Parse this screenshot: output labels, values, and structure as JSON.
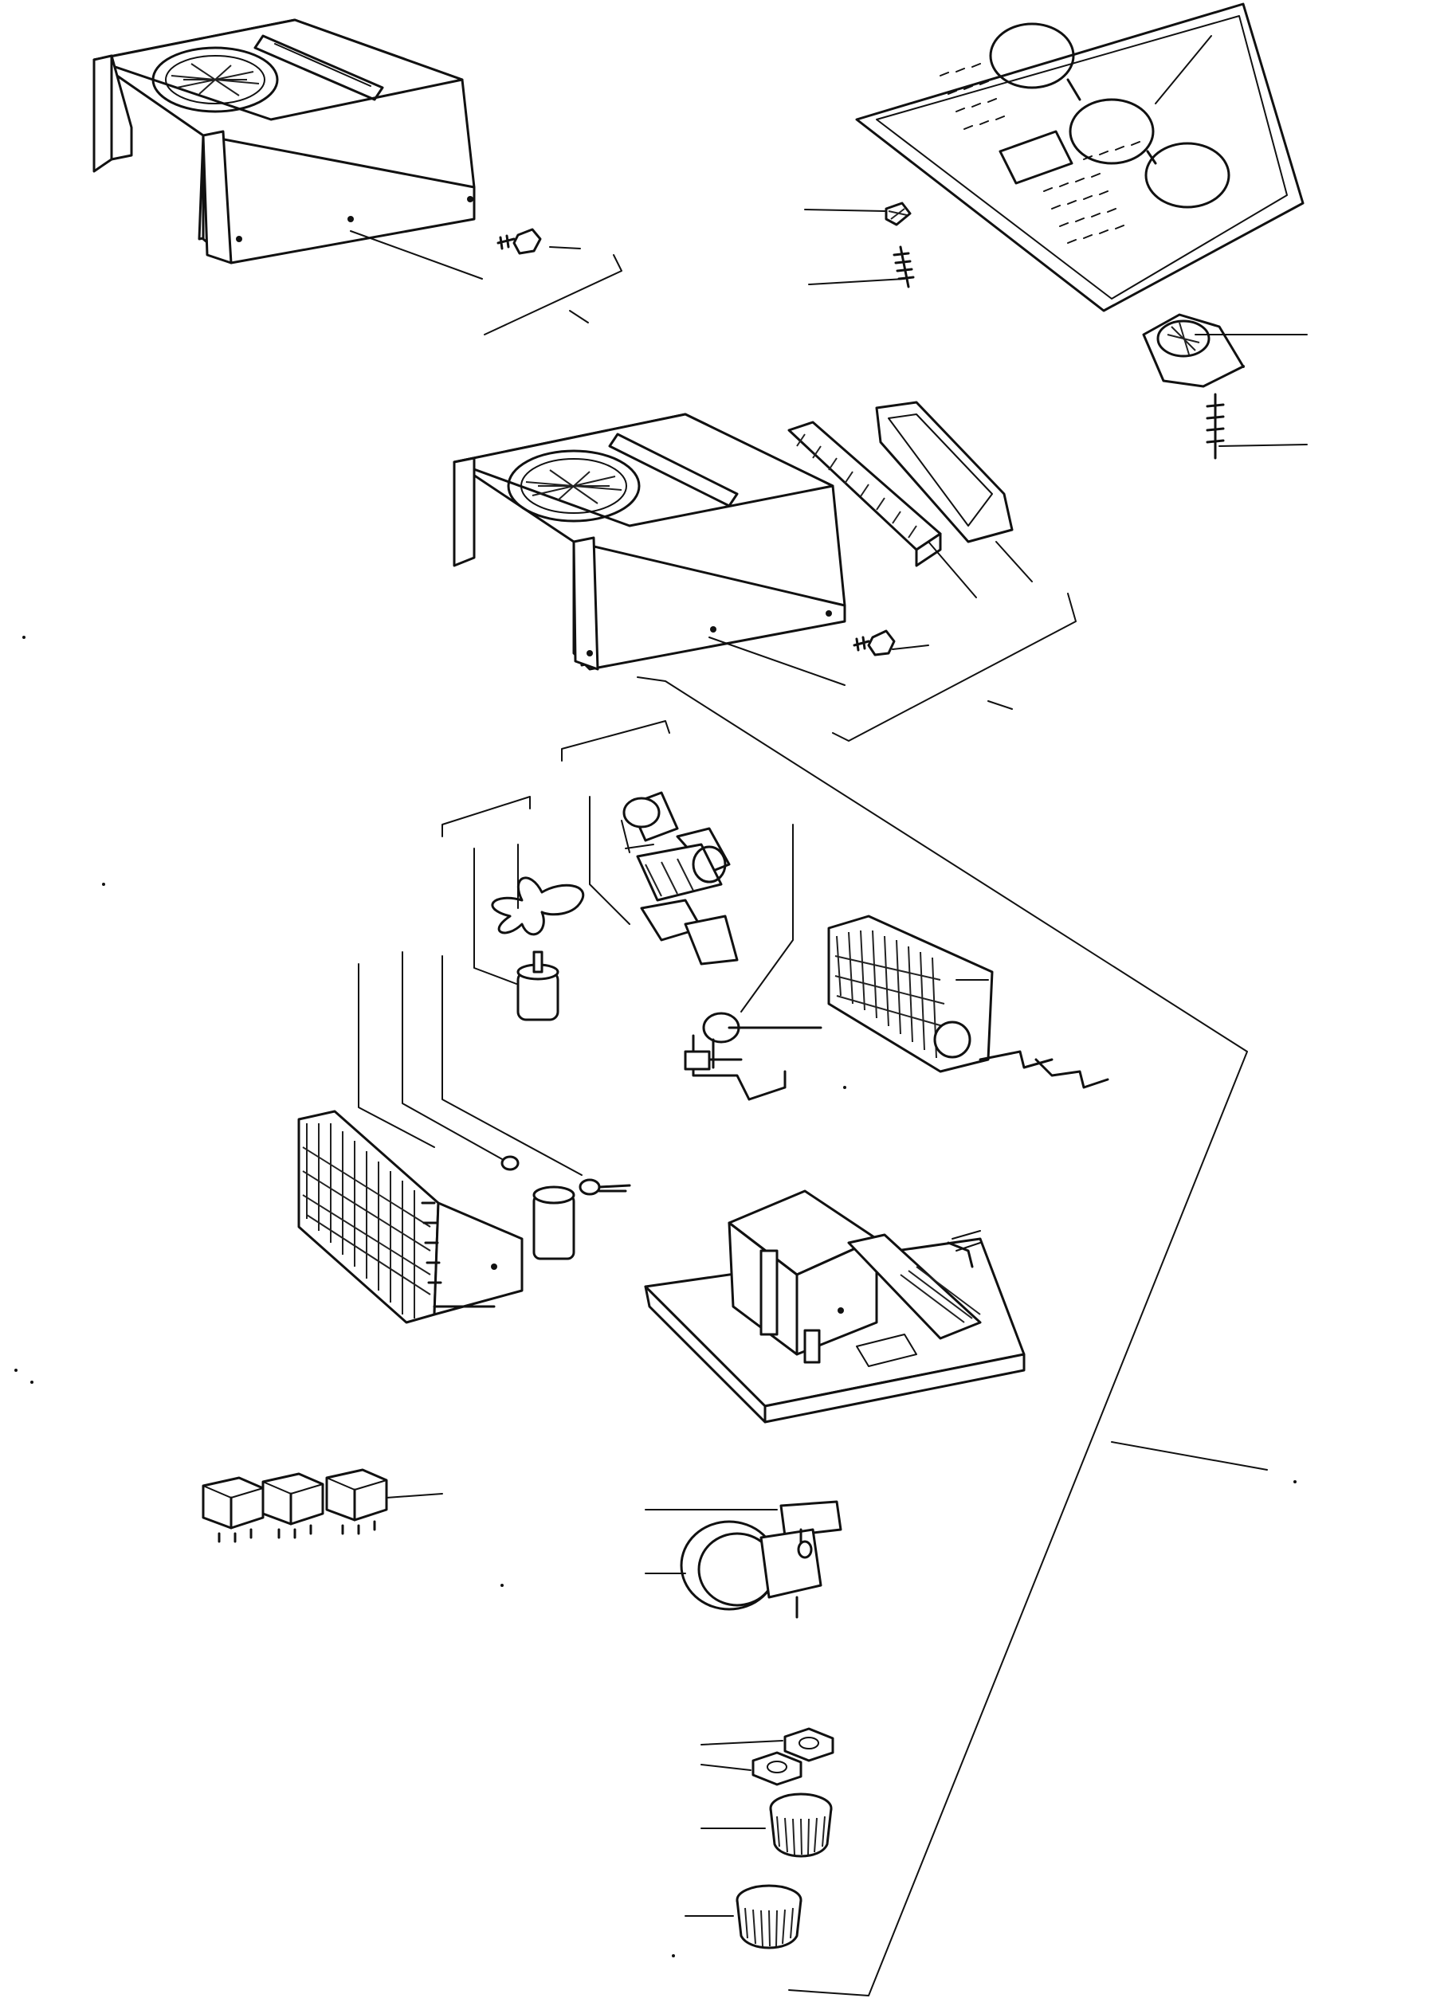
{
  "page": {
    "background": "#ffffff",
    "ink": "#111111"
  },
  "parts": [
    {
      "id": "top-cover-a",
      "icon": "cover-panel"
    },
    {
      "id": "control-panel",
      "icon": "control-panel"
    },
    {
      "id": "top-cover-b",
      "icon": "cover-panel"
    },
    {
      "id": "vent-louver",
      "icon": "louver"
    },
    {
      "id": "vent-frame",
      "icon": "frame"
    },
    {
      "id": "fan-blade",
      "icon": "fan"
    },
    {
      "id": "fan-motor",
      "icon": "motor"
    },
    {
      "id": "blower-rollers",
      "icon": "roller"
    },
    {
      "id": "evaporator-coil",
      "icon": "coil"
    },
    {
      "id": "valve-assembly",
      "icon": "valve"
    },
    {
      "id": "condenser-coil",
      "icon": "coil"
    },
    {
      "id": "capacitor",
      "icon": "capacitor"
    },
    {
      "id": "base-pan",
      "icon": "chassis"
    },
    {
      "id": "relays",
      "icon": "relay"
    },
    {
      "id": "thermostat",
      "icon": "thermostat"
    },
    {
      "id": "knobs",
      "icon": "knob"
    }
  ]
}
